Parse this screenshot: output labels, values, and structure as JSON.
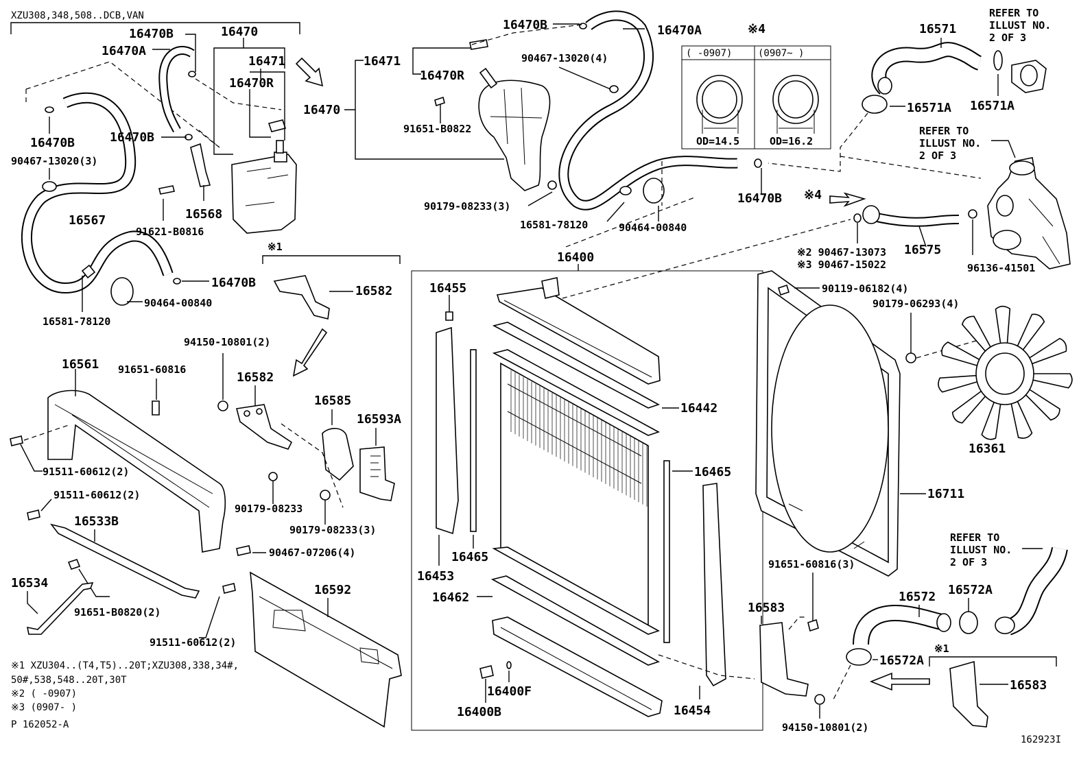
{
  "header": {
    "model": "XZU308,348,508..DCB,VAN"
  },
  "labels": {
    "p16470B_a": "16470B",
    "p16470_a": "16470",
    "p16470A_a": "16470A",
    "p16471_a": "16471",
    "p16470R_a": "16470R",
    "p16470B_b": "16470B",
    "p90467_13020_3": "90467-13020(3)",
    "p16470B_c": "16470B",
    "p16568": "16568",
    "p91621_B0816": "91621-B0816",
    "p16567": "16567",
    "p16470B_d": "16470B",
    "p90464_00840_a": "90464-00840",
    "p16581_78120_a": "16581-78120",
    "p16470B_e": "16470B",
    "p16470A_b": "16470A",
    "p16471_b": "16471",
    "p16470R_b": "16470R",
    "p16470_b": "16470",
    "p90467_13020_4": "90467-13020(4)",
    "p91651_B0822": "91651-B0822",
    "p90179_08233_3a": "90179-08233(3)",
    "p16581_78120_b": "16581-78120",
    "p90464_00840_b": "90464-00840",
    "p16470B_f": "16470B",
    "mark4_top": "※4",
    "od_left_range": "(    -0907)",
    "od_right_range": "(0907~     )",
    "od_left": "OD=14.5",
    "od_right": "OD=16.2",
    "p16571": "16571",
    "refer1": "REFER TO",
    "refer1b": "ILLUST NO.",
    "refer1c": "2 OF 3",
    "p16571A_a": "16571A",
    "p16571A_b": "16571A",
    "refer2": "REFER TO",
    "refer2b": "ILLUST NO.",
    "refer2c": "2 OF 3",
    "mark4_b": "※4",
    "p16575": "16575",
    "p90467_13073": "※2 90467-13073",
    "p90467_15022": "※3 90467-15022",
    "p96136_41501": "96136-41501",
    "mark1_a": "※1",
    "p16582_a": "16582",
    "p94150_10801_2a": "94150-10801(2)",
    "p16582_b": "16582",
    "p16585": "16585",
    "p16593A": "16593A",
    "p16561": "16561",
    "p91651_60816": "91651-60816",
    "p91511_60612_2a": "91511-60612(2)",
    "p91511_60612_2b": "91511-60612(2)",
    "p90179_08233": "90179-08233",
    "p90179_08233_3b": "90179-08233(3)",
    "p16533B": "16533B",
    "p90467_07206": "90467-07206(4)",
    "p16534": "16534",
    "p91651_B0820": "91651-B0820(2)",
    "p16592": "16592",
    "p91511_60612_2c": "91511-60612(2)",
    "p16400": "16400",
    "p16455": "16455",
    "p16442": "16442",
    "p16465_a": "16465",
    "p16465_b": "16465",
    "p16453": "16453",
    "p16462": "16462",
    "p16400F": "16400F",
    "p16400B": "16400B",
    "p16454": "16454",
    "p90119_06182": "90119-06182(4)",
    "p90179_06293": "90179-06293(4)",
    "p16361": "16361",
    "p16711": "16711",
    "refer3": "REFER TO",
    "refer3b": "ILLUST NO.",
    "refer3c": "2 OF 3",
    "p91651_60816_3": "91651-60816(3)",
    "p16572": "16572",
    "p16572A_a": "16572A",
    "p16583_a": "16583",
    "p16572A_b": "16572A",
    "mark1_b": "※1",
    "p16583_b": "16583",
    "p94150_10801_2b": "94150-10801(2)"
  },
  "notes": {
    "n1": "※1 XZU304..(T4,T5)..20T;XZU308,338,34#,",
    "n1b": "50#,538,548..20T,30T",
    "n2": "※2 (     -0907)",
    "n3": "※3 (0907-     )",
    "ref": "P 162052-A",
    "fig": "162923I"
  }
}
